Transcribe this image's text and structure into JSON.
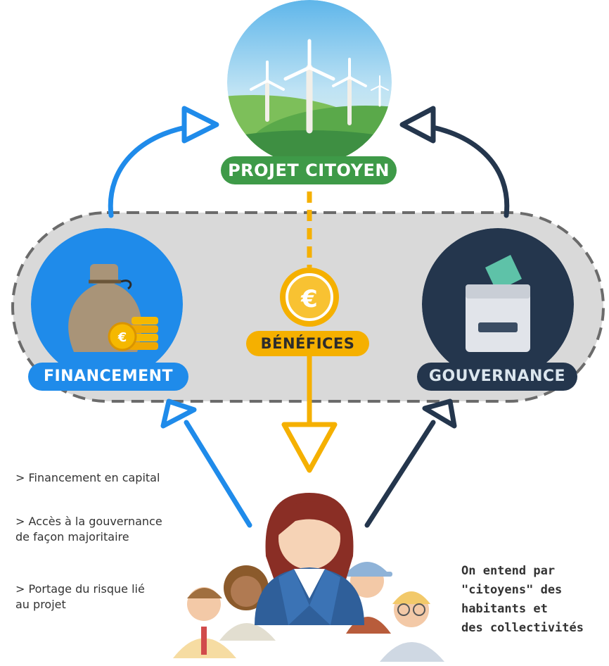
{
  "nodes": {
    "projet": "PROJET CITOYEN",
    "financement": "FINANCEMENT",
    "gouvernance": "GOUVERNANCE",
    "benefices": "BÉNÉFICES"
  },
  "notes": [
    {
      "line1": "> Financement en capital",
      "line2": ""
    },
    {
      "line1": "> Accès à la gouvernance",
      "line2": "de façon majoritaire"
    },
    {
      "line1": "> Portage du risque lié",
      "line2": "au projet"
    }
  ],
  "definition": {
    "line1": "On entend par",
    "line2": "\"citoyens\" des",
    "line3": "habitants et",
    "line4": "des collectivités"
  },
  "icons": [
    "wind-turbines-icon",
    "euro-coin-icon",
    "money-bag-icon",
    "ballot-box-icon",
    "citizens-group-icon"
  ],
  "colors": {
    "projet": "#3e9a48",
    "financement": "#1f8bea",
    "gouvernance": "#24364d",
    "benefices": "#f5b000",
    "dashed_zone": "#d9d9d9"
  }
}
